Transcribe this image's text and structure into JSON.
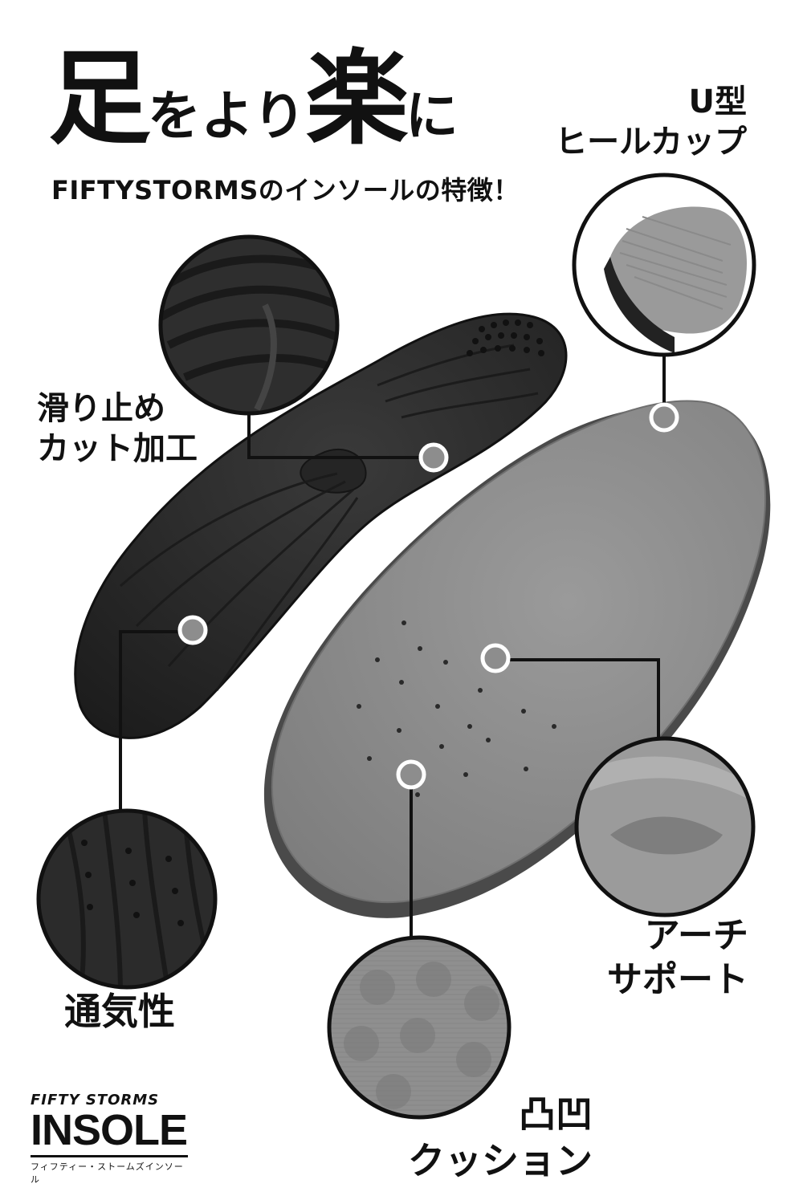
{
  "headline": {
    "part1": "足",
    "part2": "をより",
    "part3": "楽",
    "part4": "に"
  },
  "subheadline": "FIFTYSTORMSのインソールの特徴！",
  "features": {
    "heel_cup": {
      "line1": "U型",
      "line2": "ヒールカップ"
    },
    "grip": {
      "line1": "滑り止め",
      "line2": "カット加工"
    },
    "arch": {
      "line1": "アーチ",
      "line2": "サポート"
    },
    "breathable": {
      "line1": "通気性"
    },
    "cushion": {
      "line1": "凸凹",
      "line2": "クッション"
    }
  },
  "logo": {
    "brand": "FIFTY STORMS",
    "product": "INSOLE",
    "kana": "フィフティー・ストームズインソール"
  },
  "colors": {
    "background": "#ffffff",
    "text": "#111111",
    "insole_black": "#2a2a2a",
    "insole_gray": "#8a8a8a",
    "callout_line": "#111111",
    "marker_fill": "#8d8d8d"
  }
}
